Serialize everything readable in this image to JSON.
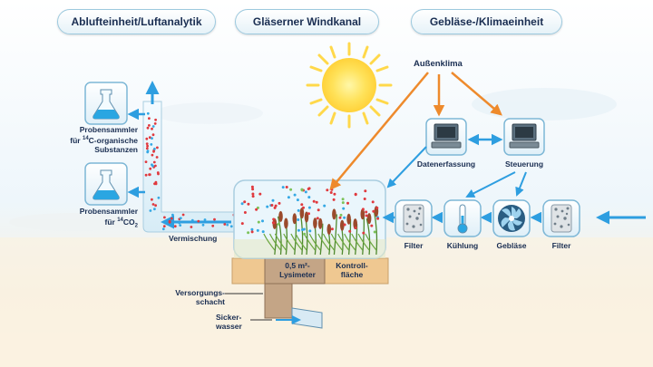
{
  "headers": {
    "left": "Ablufteinheit/Luftanalytik",
    "center": "Gläserner Windkanal",
    "right": "Gebläse-/Klimaeinheit"
  },
  "labels": {
    "aussenklima": "Außenklima",
    "datenerfassung": "Datenerfassung",
    "steuerung": "Steuerung",
    "filter_left": "Filter",
    "kuehlung": "Kühlung",
    "geblaese": "Gebläse",
    "filter_right": "Filter",
    "vermischung": "Vermischung",
    "probensammler1_line1": "Probensammler",
    "probensammler1_line2_pre": "für ",
    "probensammler1_sup": "14",
    "probensammler1_line2_post": "C-organische",
    "probensammler1_line3": "Substanzen",
    "probensammler2_line1": "Probensammler",
    "probensammler2_line2_pre": "für ",
    "probensammler2_sup": "14",
    "probensammler2_line2_post": "CO",
    "probensammler2_sub": "2",
    "lysimeter_line1": "0,5 m²-",
    "lysimeter_line2": "Lysimeter",
    "kontroll_line1": "Kontroll-",
    "kontroll_line2": "fläche",
    "versorgung_line1": "Versorgungs-",
    "versorgung_line2": "schacht",
    "sicker_line1": "Sicker-",
    "sicker_line2": "wasser"
  },
  "colors": {
    "arrow_blue": "#2e9ee0",
    "arrow_orange": "#ee8a2c",
    "label_navy": "#1a2e52",
    "soil": "#efc891",
    "sun": "#ffe25a"
  },
  "icons": [
    "sun-icon",
    "flask-icon",
    "computer-icon",
    "filter-icon",
    "thermometer-icon",
    "fan-icon",
    "plant-icon"
  ]
}
